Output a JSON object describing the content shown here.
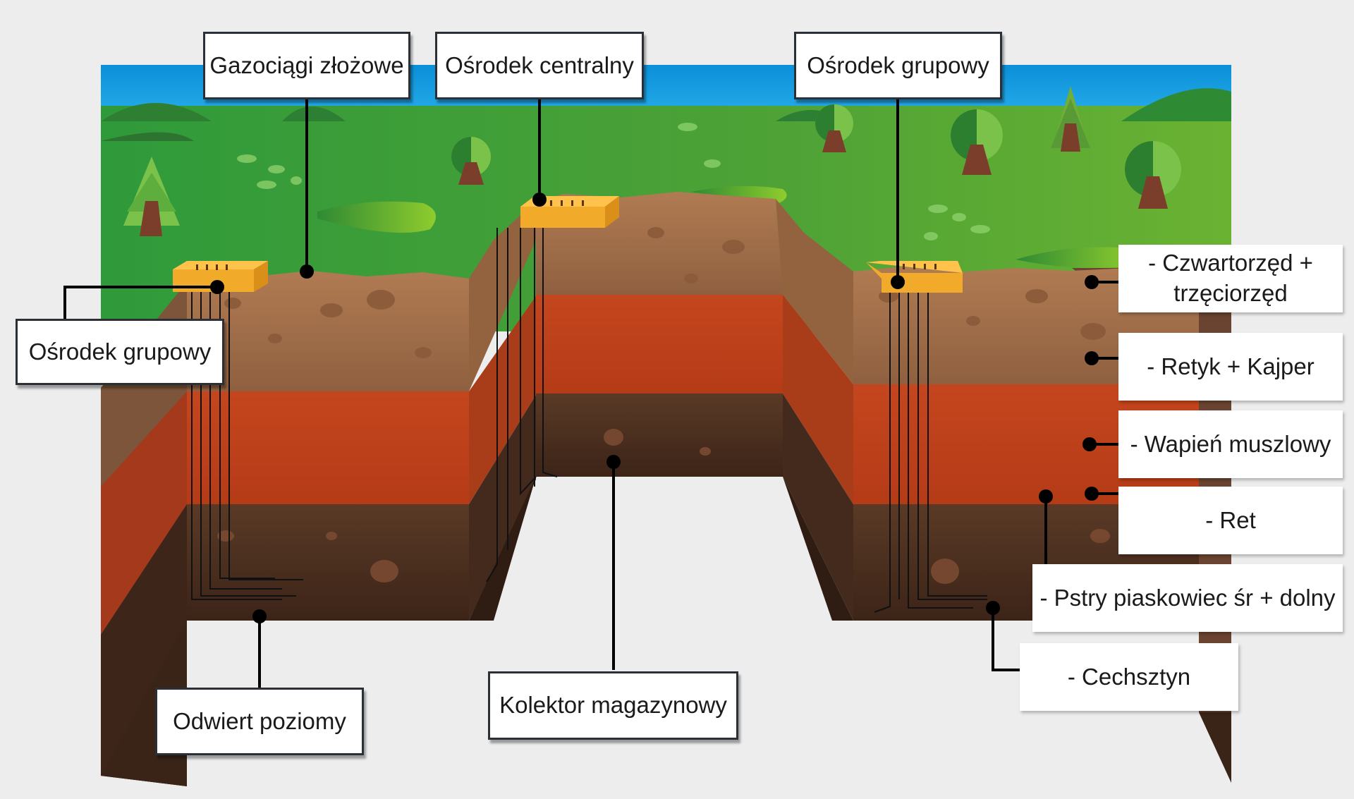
{
  "diagram": {
    "labels": {
      "gazociagi": "Gazociągi złożowe",
      "osrodek_centralny": "Ośrodek centralny",
      "osrodek_grupowy_right": "Ośrodek grupowy",
      "osrodek_grupowy_left": "Ośrodek grupowy",
      "odwiert_poziomy": "Odwiert poziomy",
      "kolektor_magazynowy": "Kolektor magazynowy"
    },
    "layers": [
      {
        "id": "czwartorzed",
        "line1": "- Czwartorzęd +",
        "line2": "trzęciorzęd"
      },
      {
        "id": "retyk",
        "label": "- Retyk + Kajper"
      },
      {
        "id": "wapien",
        "label": "- Wapień muszlowy"
      },
      {
        "id": "ret",
        "label": "- Ret"
      },
      {
        "id": "pstry",
        "label": "- Pstry piaskowiec śr + dolny"
      },
      {
        "id": "cechsztyn",
        "label": "- Cechsztyn"
      }
    ],
    "colors": {
      "sky": "#1aa0e0",
      "grass": "#46a234",
      "topsoil": "#a7714c",
      "red_layer": "#c0401b",
      "deep_soil": "#4a3023",
      "facility": "#f2aa2a",
      "line": "#000000"
    }
  }
}
